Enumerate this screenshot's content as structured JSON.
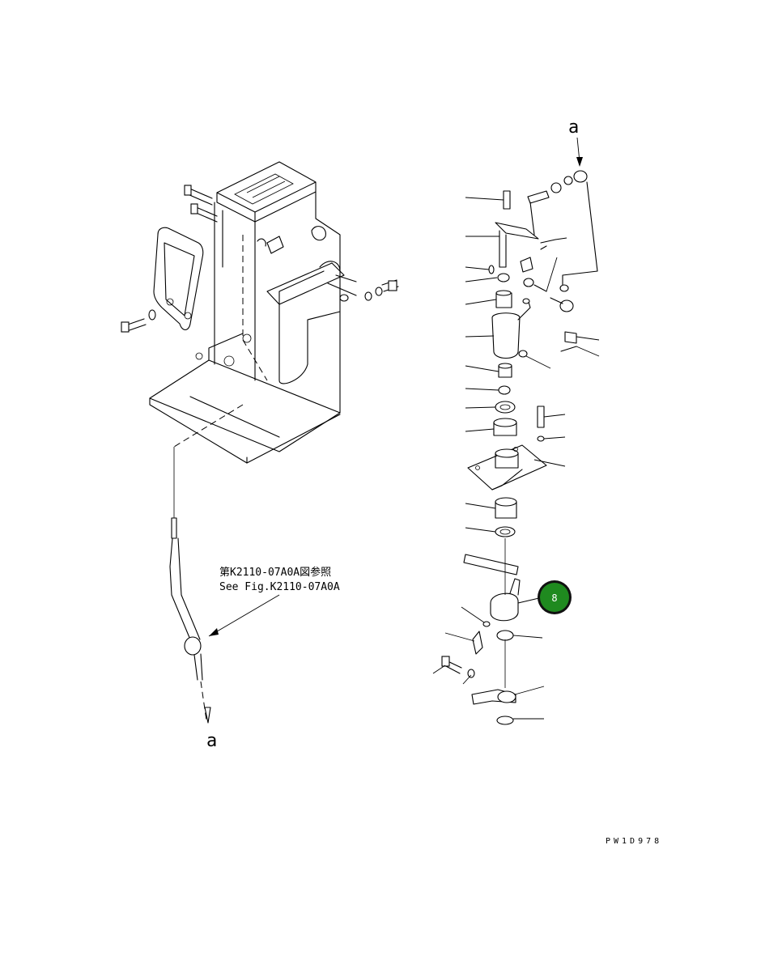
{
  "section_label_top": "a",
  "section_label_bottom": "a",
  "reference_note": {
    "line1": "第K2110-07A0A図参照",
    "line2": "See Fig.K2110-07A0A"
  },
  "callouts": [
    {
      "label": "8",
      "color": "#1f8a1f",
      "text_color": "#ffffff"
    }
  ],
  "drawing_number": "PW1D978"
}
